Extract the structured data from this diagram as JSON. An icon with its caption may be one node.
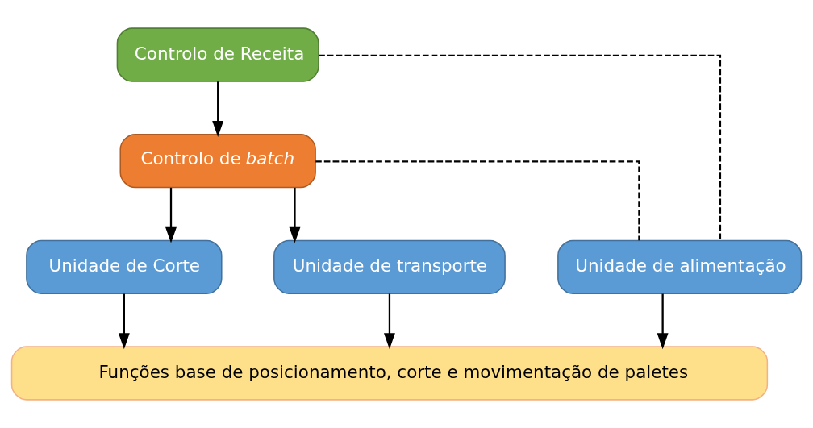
{
  "diagram": {
    "nodes": [
      {
        "text": [
          "Controlo de Receita"
        ]
      },
      {
        "text": [
          "Controlo de *batch*"
        ]
      },
      {
        "text": [
          "Unidade de Corte"
        ]
      },
      {
        "text": [
          "Unidade de transporte"
        ]
      },
      {
        "text": [
          "Unidade de alimentação"
        ]
      },
      {
        "text": [
          "Funções base de posicionamento, corte e movimentação de paletes"
        ]
      }
    ],
    "edges": [
      {
        "from": 0,
        "to": 1,
        "arrow": "to"
      },
      {
        "from": 1,
        "to": 2,
        "arrow": "to"
      },
      {
        "from": 1,
        "to": 3,
        "arrow": "to"
      },
      {
        "from": 0,
        "to": 4,
        "arrow": "none",
        "style": "dashed"
      },
      {
        "from": 1,
        "to": 4,
        "arrow": "none",
        "style": "dashed"
      },
      {
        "from": 2,
        "to": 5,
        "arrow": "to"
      },
      {
        "from": 3,
        "to": 5,
        "arrow": "to"
      },
      {
        "from": 4,
        "to": 5,
        "arrow": "to"
      }
    ]
  }
}
